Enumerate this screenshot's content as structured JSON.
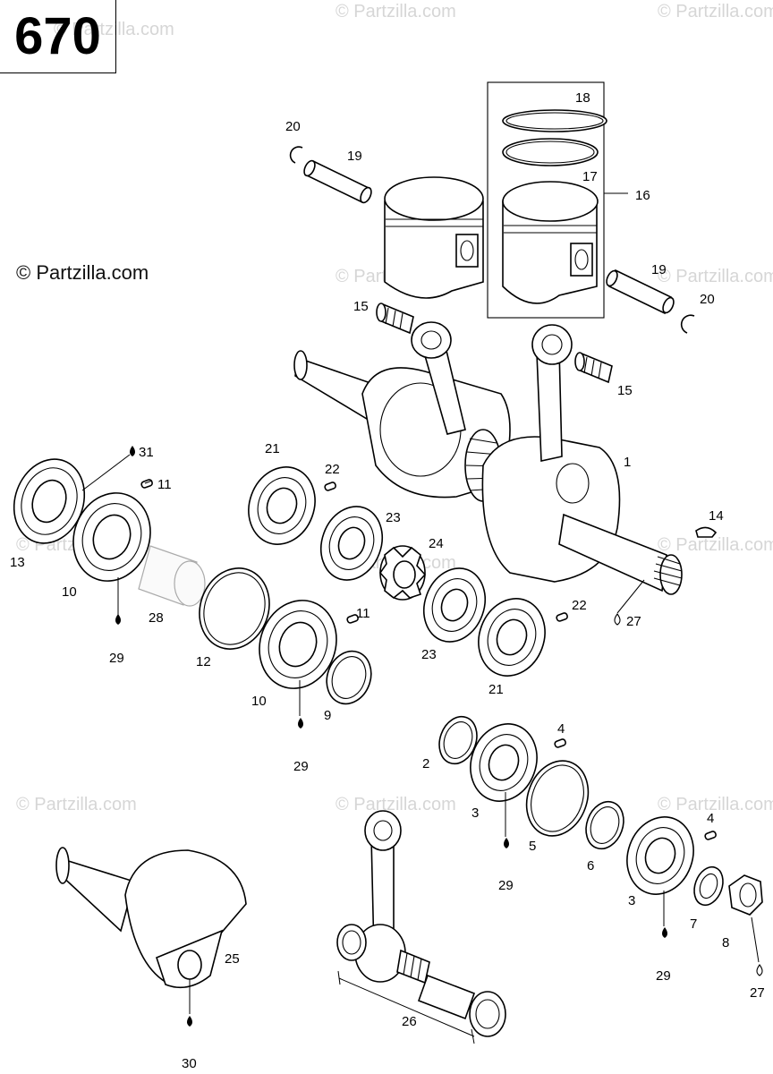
{
  "diagram_number": "670",
  "copyright": "© Partzilla.com",
  "watermark": "© Partzilla.com",
  "labels": {
    "p1": "1",
    "p2": "2",
    "p3a": "3",
    "p3b": "3",
    "p4a": "4",
    "p4b": "4",
    "p5": "5",
    "p6": "6",
    "p7": "7",
    "p8": "8",
    "p9": "9",
    "p10a": "10",
    "p10b": "10",
    "p11a": "11",
    "p11b": "11",
    "p12": "12",
    "p13": "13",
    "p14": "14",
    "p15a": "15",
    "p15b": "15",
    "p16": "16",
    "p17": "17",
    "p18": "18",
    "p19a": "19",
    "p19b": "19",
    "p20a": "20",
    "p20b": "20",
    "p21a": "21",
    "p21b": "21",
    "p22a": "22",
    "p22b": "22",
    "p23a": "23",
    "p23b": "23",
    "p24": "24",
    "p25": "25",
    "p26": "26",
    "p27a": "27",
    "p27b": "27",
    "p28": "28",
    "p29a": "29",
    "p29b": "29",
    "p29c": "29",
    "p29d": "29",
    "p30": "30",
    "p31": "31"
  }
}
